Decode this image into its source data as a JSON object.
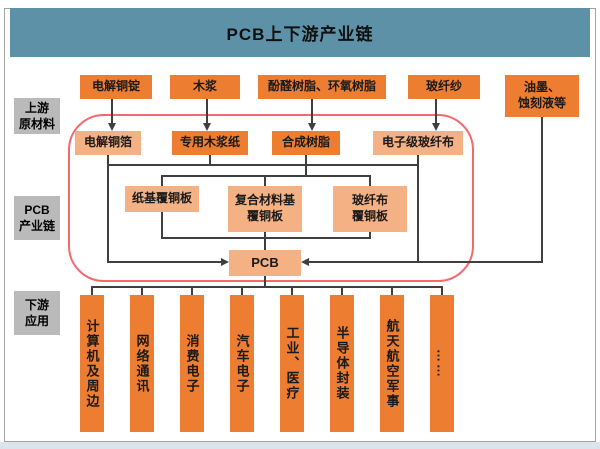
{
  "title": "PCB上下游产业链",
  "side_labels": {
    "upstream": "上游\n原材料",
    "chain": "PCB\n产业链",
    "downstream": "下游\n应用"
  },
  "nodes": {
    "raw_materials": [
      "电解铜锭",
      "木浆",
      "酚醛树脂、环氧树脂",
      "玻纤纱",
      "油墨、\n蚀刻液等"
    ],
    "intermediates": [
      "电解铜箔",
      "专用木浆纸",
      "合成树脂",
      "电子级玻纤布"
    ],
    "laminates": [
      "纸基覆铜板",
      "复合材料基\n覆铜板",
      "玻纤布\n覆铜板"
    ],
    "pcb": "PCB",
    "applications": [
      "计算机及周边",
      "网络通讯",
      "消费电子",
      "汽车电子",
      "工业、医疗",
      "半导体封装",
      "航天航空军事",
      "……"
    ]
  },
  "colors": {
    "banner": "#5d91a8",
    "box_dark_orange": "#ed7d31",
    "box_light_orange": "#f4b183",
    "label_gray": "#bababa",
    "chain_outline_red": "#f4696e",
    "connector": "#3f3f3f",
    "footer_strip": "#d9e4ec"
  }
}
